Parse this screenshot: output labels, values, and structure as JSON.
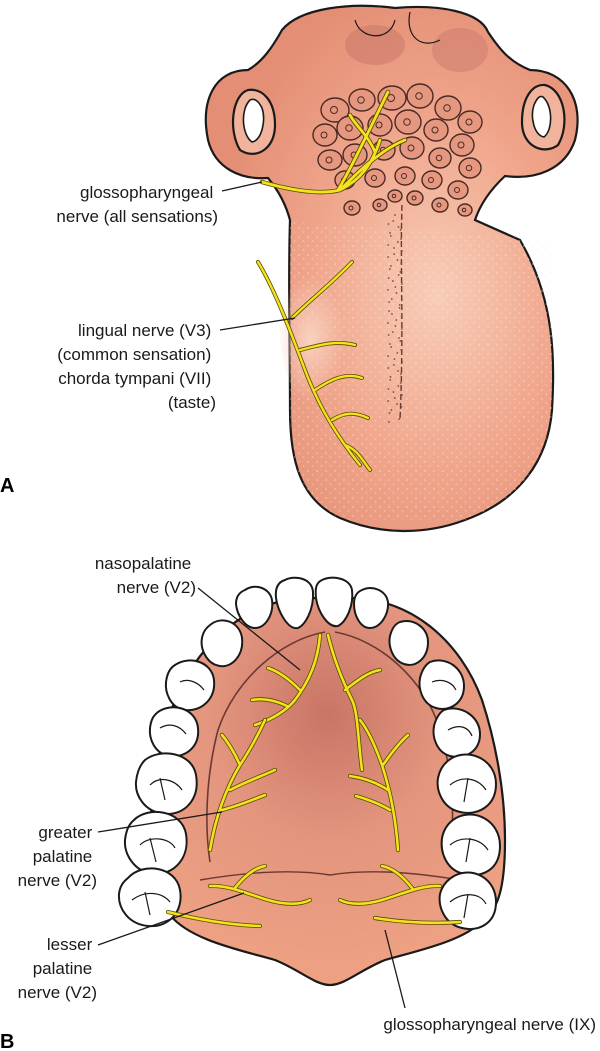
{
  "panels": {
    "a": "A",
    "b": "B"
  },
  "labels": {
    "glossopharyngeal_a": [
      "glossopharyngeal",
      "nerve (all sensations)"
    ],
    "lingual": [
      "lingual nerve (V3)",
      "(common sensation)",
      "chorda tympani (VII)",
      "(taste)"
    ],
    "nasopalatine": [
      "nasopalatine",
      "nerve (V2)"
    ],
    "greater_palatine": [
      "greater",
      "palatine",
      "nerve (V2)"
    ],
    "lesser_palatine": [
      "lesser",
      "palatine",
      "nerve (V2)"
    ],
    "glossopharyngeal_b": [
      "glossopharyngeal nerve (IX)"
    ]
  },
  "colors": {
    "tissue": "#ee9a80",
    "tissue_light": "#f6c2ad",
    "tissue_dark": "#c8786a",
    "nerve": "#f2e21f",
    "outline": "#1a1a1a",
    "tooth": "#ffffff"
  }
}
